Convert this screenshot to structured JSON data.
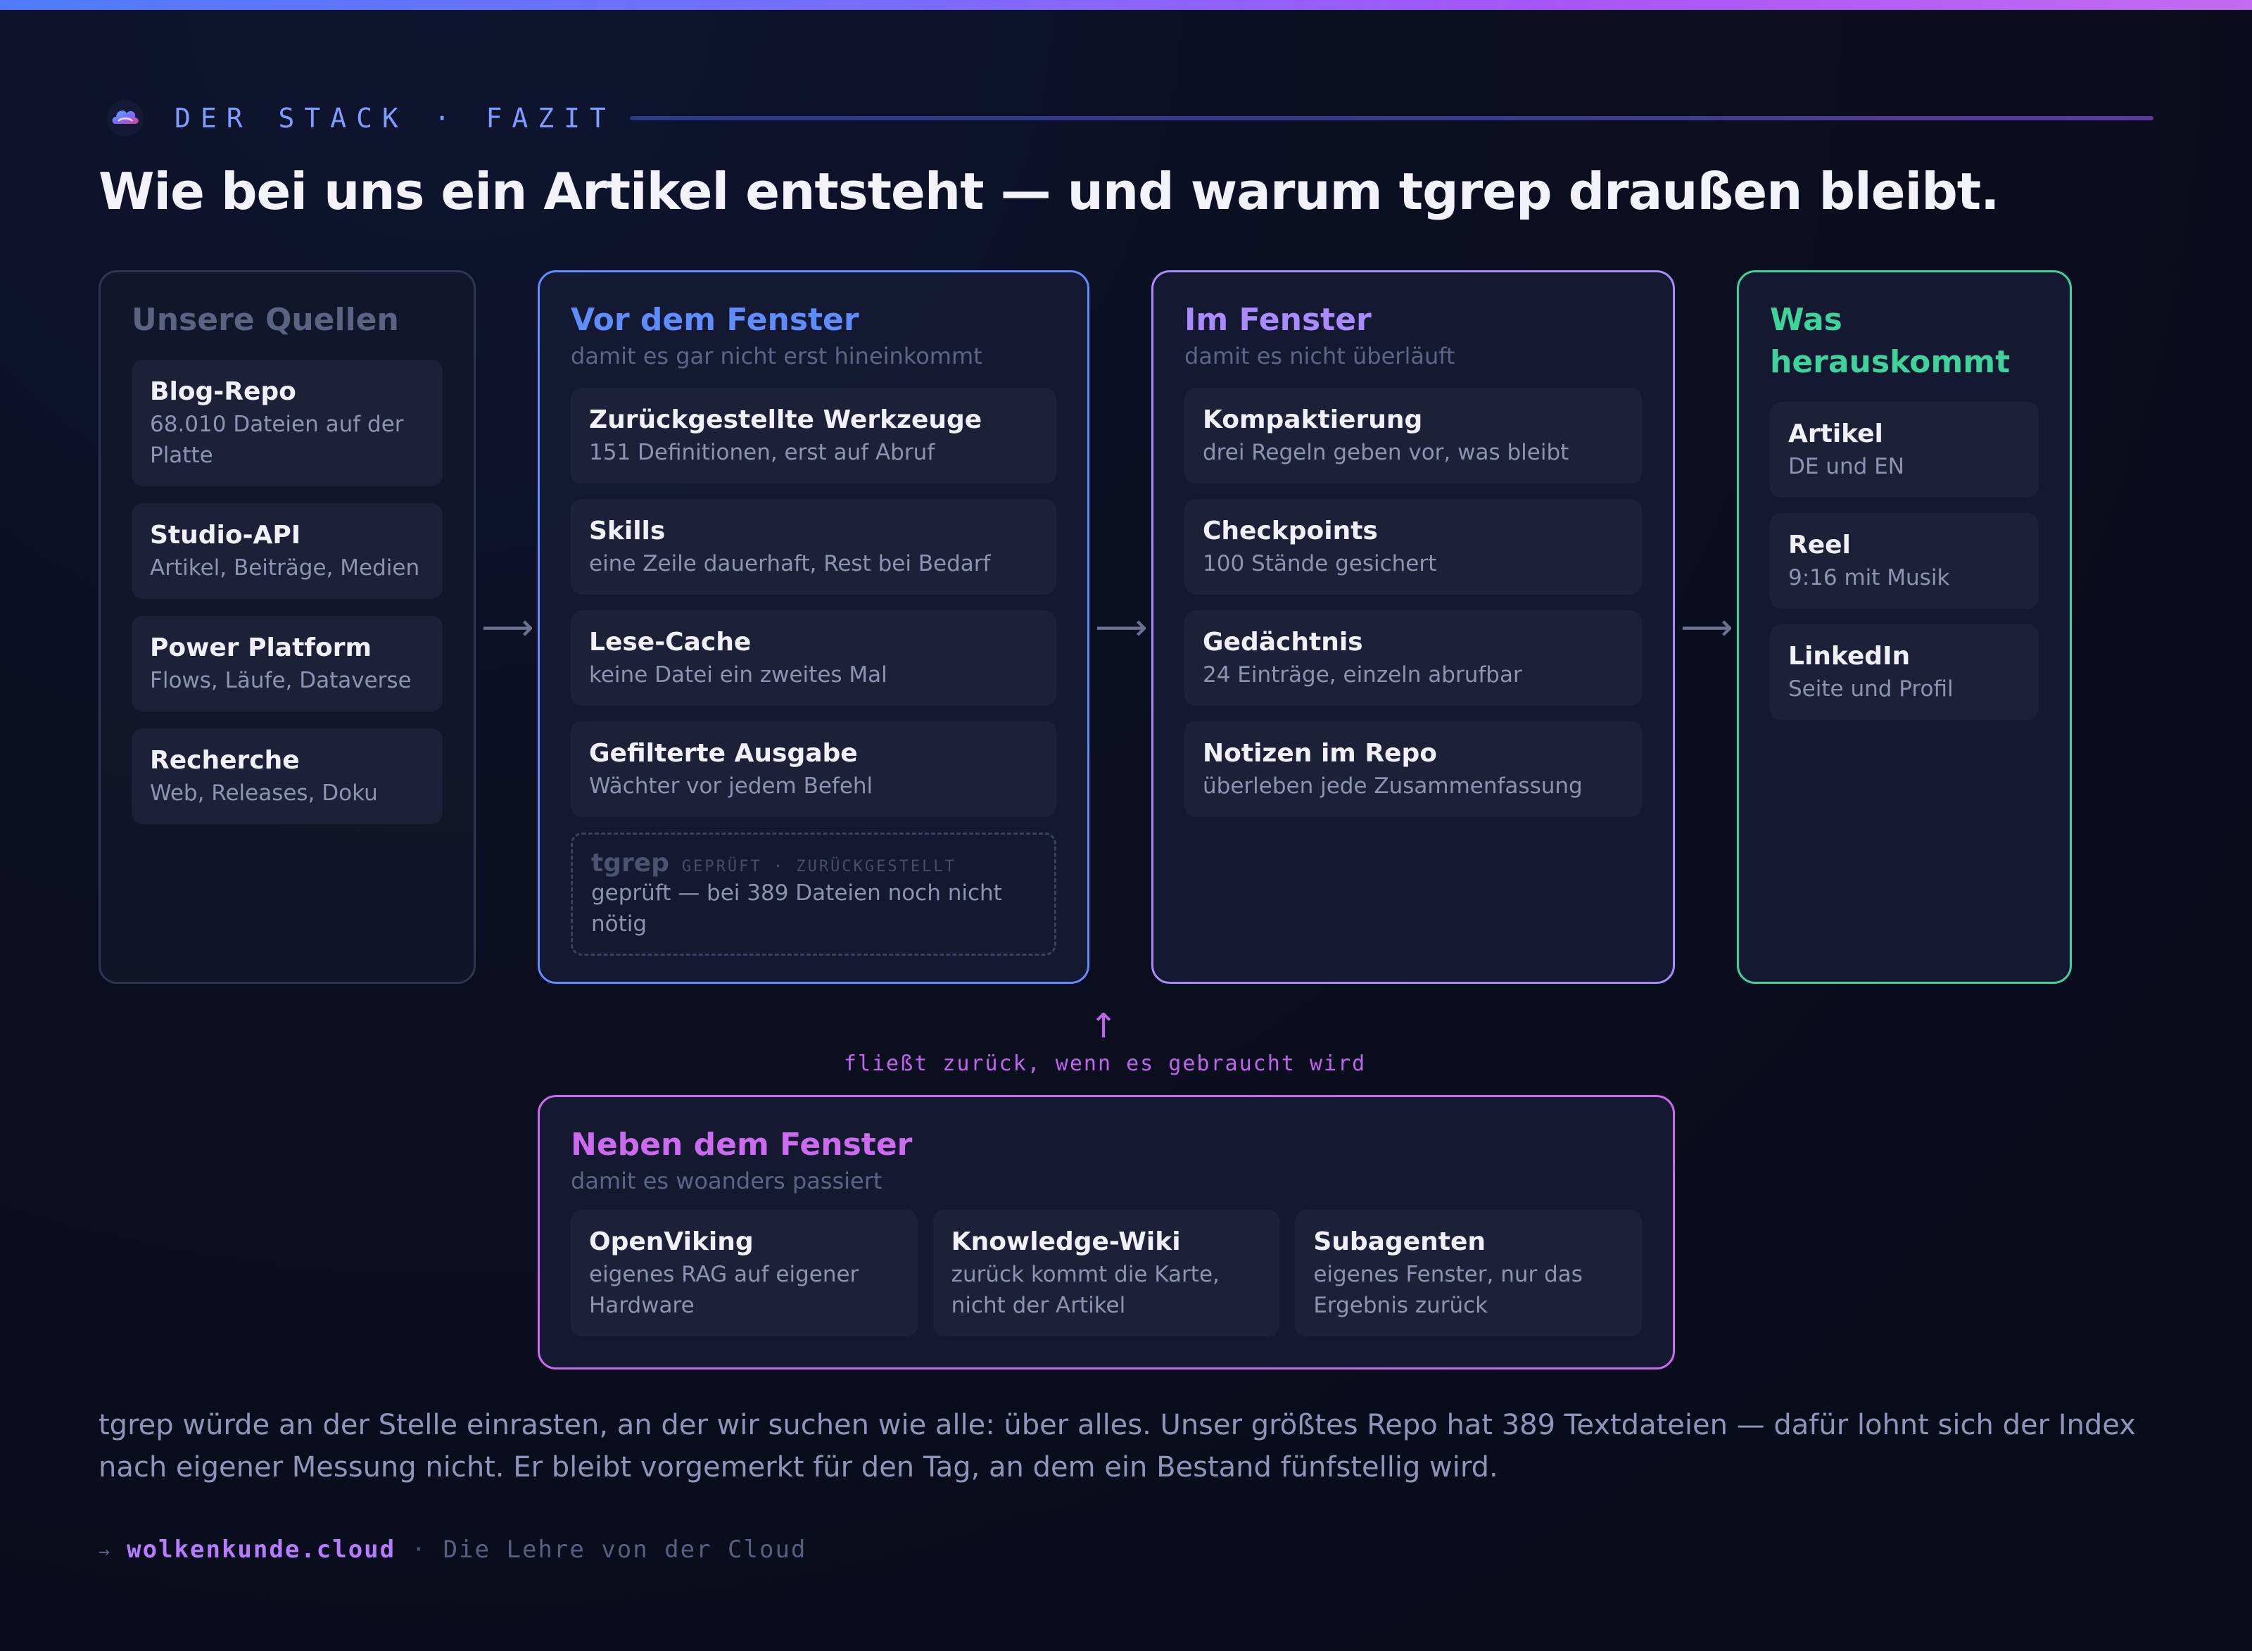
{
  "header": {
    "eyebrow": "DER STACK · FAZIT",
    "title": "Wie bei uns ein Artikel entsteht — und warum tgrep draußen bleibt."
  },
  "colors": {
    "sources": "#5b6282",
    "before": "#5f8dff",
    "inside": "#a88cff",
    "output": "#3ed39a",
    "beside": "#cc6af0"
  },
  "sources": {
    "head": "Unsere Quellen",
    "items": [
      {
        "title": "Blog-Repo",
        "text": "68.010 Dateien auf der Platte"
      },
      {
        "title": "Studio-API",
        "text": "Artikel, Beiträge, Medien"
      },
      {
        "title": "Power Platform",
        "text": "Flows, Läufe, Dataverse"
      },
      {
        "title": "Recherche",
        "text": "Web, Releases, Doku"
      }
    ]
  },
  "before": {
    "head": "Vor dem Fenster",
    "sub": "damit es gar nicht erst hineinkommt",
    "items": [
      {
        "title": "Zurückgestellte Werkzeuge",
        "text": "151 Definitionen, erst auf Abruf"
      },
      {
        "title": "Skills",
        "text": "eine Zeile dauerhaft, Rest bei Bedarf"
      },
      {
        "title": "Lese-Cache",
        "text": "keine Datei ein zweites Mal"
      },
      {
        "title": "Gefilterte Ausgabe",
        "text": "Wächter vor jedem Befehl"
      }
    ],
    "tgrep": {
      "name": "tgrep",
      "tag": "GEPRÜFT · ZURÜCKGESTELLT",
      "text": "geprüft — bei 389 Dateien noch nicht nötig"
    }
  },
  "inside": {
    "head": "Im Fenster",
    "sub": "damit es nicht überläuft",
    "items": [
      {
        "title": "Kompaktierung",
        "text": "drei Regeln geben vor, was bleibt"
      },
      {
        "title": "Checkpoints",
        "text": "100 Stände gesichert"
      },
      {
        "title": "Gedächtnis",
        "text": "24 Einträge, einzeln abrufbar"
      },
      {
        "title": "Notizen im Repo",
        "text": "überleben jede Zusammenfassung"
      }
    ]
  },
  "output": {
    "head": "Was herauskommt",
    "items": [
      {
        "title": "Artikel",
        "text": "DE und EN"
      },
      {
        "title": "Reel",
        "text": "9:16 mit Musik"
      },
      {
        "title": "LinkedIn",
        "text": "Seite und Profil"
      }
    ]
  },
  "flow": {
    "arrow": "↑",
    "label": "fließt zurück, wenn es gebraucht wird"
  },
  "beside": {
    "head": "Neben dem Fenster",
    "sub": "damit es woanders passiert",
    "items": [
      {
        "title": "OpenViking",
        "text": "eigenes RAG auf eigener Hardware"
      },
      {
        "title": "Knowledge-Wiki",
        "text": "zurück kommt die Karte, nicht der Artikel"
      },
      {
        "title": "Subagenten",
        "text": "eigenes Fenster, nur das Ergebnis zurück"
      }
    ]
  },
  "arrows": {
    "symbol": "⟶"
  },
  "summary": "tgrep würde an der Stelle einrasten, an der wir suchen wie alle: über alles. Unser größtes Repo hat 389 Textdateien — dafür lohnt sich der Index nach eigener Messung nicht. Er bleibt vorgemerkt für den Tag, an dem ein Bestand fünfstellig wird.",
  "footer": {
    "arrow": "→",
    "site": "wolkenkunde.cloud",
    "separator": "·",
    "tagline": "Die Lehre von der Cloud"
  },
  "icons": {
    "logo": "cloud-logo-icon"
  }
}
